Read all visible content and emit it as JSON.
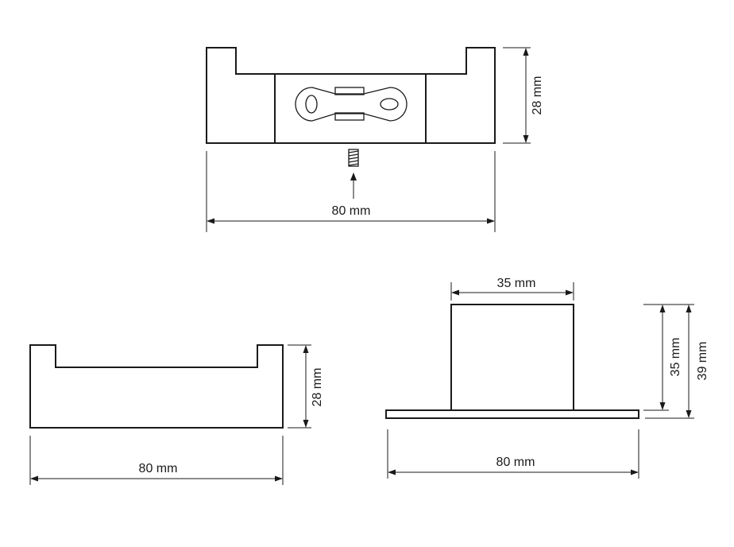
{
  "views": {
    "top": {
      "width_label": "80 mm",
      "height_label": "28 mm"
    },
    "front": {
      "width_label": "80 mm",
      "height_label": "28 mm"
    },
    "side": {
      "top_width_label": "35 mm",
      "base_width_label": "80 mm",
      "body_height_label": "35 mm",
      "total_height_label": "39 mm"
    }
  },
  "colors": {
    "line": "#1a1a1a",
    "background": "#ffffff"
  }
}
